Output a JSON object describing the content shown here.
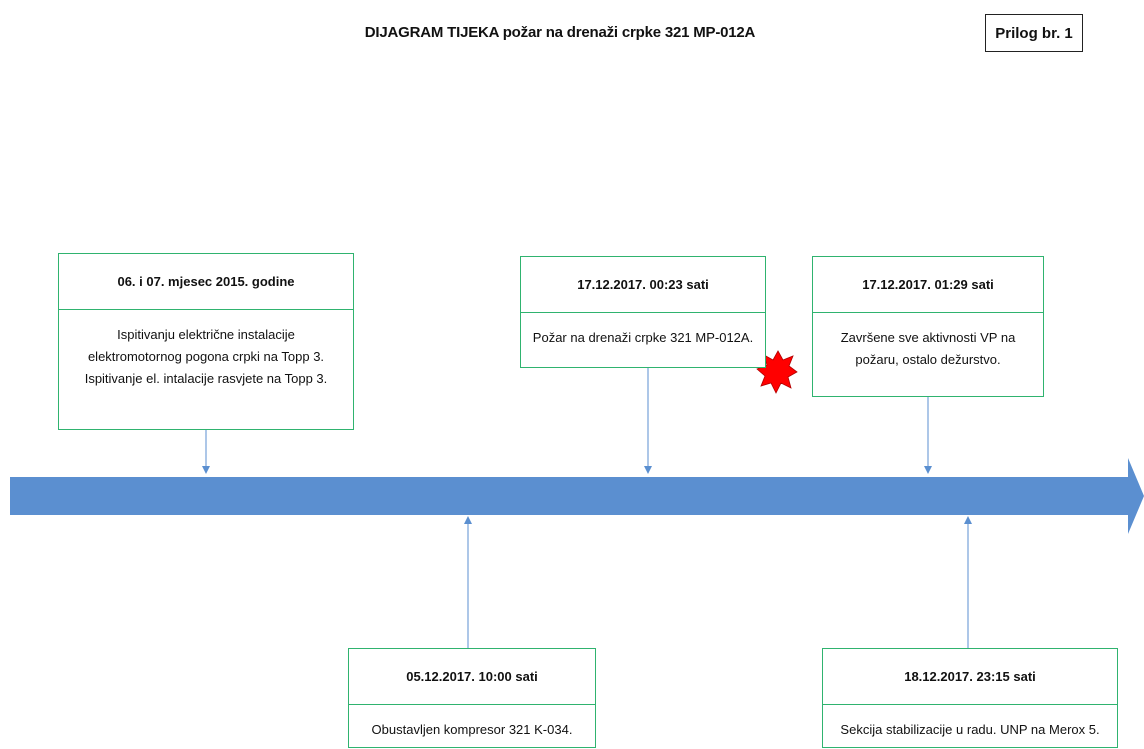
{
  "header": {
    "title": "DIJAGRAM TIJEKA požar na drenaži crpke 321 MP-012A",
    "annex_label": "Prilog br. 1"
  },
  "colors": {
    "arrow": "#5b8fd0",
    "box_border": "#2fb36f",
    "connector": "#5b8fd0",
    "fire": "#ff0000"
  },
  "icons": {
    "fire_marker": "explosion-icon"
  },
  "events": [
    {
      "date": "06. i 07. mjesec 2015. godine",
      "lines": [
        "Ispitivanju električne instalacije",
        "elektromotornog pogona crpki na Topp 3.",
        "Ispitivanje el. intalacije rasvjete na Topp 3."
      ]
    },
    {
      "date": "17.12.2017.  00:23 sati",
      "lines": [
        "Požar na drenaži crpke 321 MP-012A."
      ]
    },
    {
      "date": "17.12.2017.  01:29 sati",
      "lines": [
        "Završene sve aktivnosti VP na",
        "požaru, ostalo dežurstvo."
      ]
    },
    {
      "date": "05.12.2017.  10:00 sati",
      "lines": [
        "Obustavljen kompresor 321 K-034."
      ]
    },
    {
      "date": "18.12.2017.  23:15 sati",
      "lines": [
        "Sekcija stabilizacije u radu. UNP na Merox 5."
      ]
    }
  ]
}
